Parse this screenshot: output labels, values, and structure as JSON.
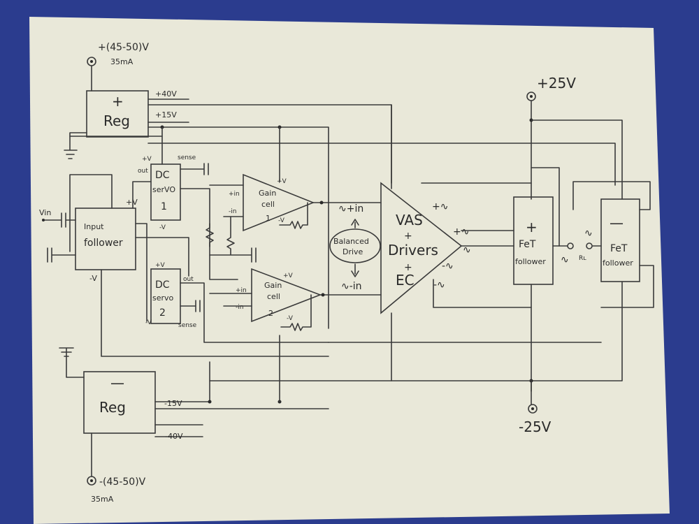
{
  "rails": {
    "top_left_supply": "+(45-50)V",
    "top_left_current": "35mA",
    "bottom_left_supply": "-(45-50)V",
    "bottom_left_current": "35mA",
    "top_right_supply": "+25V",
    "bottom_right_supply": "-25V",
    "plus40": "+40V",
    "plus15": "+15V",
    "minus15": "-15V",
    "minus40": "-40V"
  },
  "blocks": {
    "pos_reg": {
      "sign": "+",
      "label": "Reg"
    },
    "neg_reg": {
      "sign": "—",
      "label": "Reg"
    },
    "input_follower": {
      "line1": "Input",
      "line2": "follower",
      "pos": "+V",
      "neg": "-V"
    },
    "dc_servo_1": {
      "line1": "DC",
      "line2": "serVO",
      "line3": "1",
      "pos": "+V",
      "neg": "-V",
      "out": "out",
      "sense": "sense"
    },
    "dc_servo_2": {
      "line1": "DC",
      "line2": "servo",
      "line3": "2",
      "pos": "+V",
      "neg": "-V",
      "out": "out",
      "sense": "sense"
    },
    "gain_cell_1": {
      "line1": "Gain",
      "line2": "cell",
      "line3": "1",
      "pin_p": "+in",
      "pin_n": "-in",
      "pos": "+V",
      "neg": "-V"
    },
    "gain_cell_2": {
      "line1": "Gain",
      "line2": "cell",
      "line3": "2",
      "pin_p": "+in",
      "pin_n": "-in",
      "pos": "+V",
      "neg": "-V"
    },
    "balanced_drive": {
      "line1": "Balanced",
      "line2": "Drive",
      "plus_in": "∿+in",
      "minus_in": "∿-in"
    },
    "vas": {
      "line1": "VAS",
      "line2": "+",
      "line3": "Drivers",
      "line4": "+",
      "line5": "EC",
      "out_pos": "+∿",
      "out_mid": "∿",
      "out_neg": "-∿",
      "top": "+∿",
      "bottom": "-∿"
    },
    "fet_pos": {
      "sign": "+",
      "line1": "FeT",
      "line2": "follower"
    },
    "fet_neg": {
      "sign": "—",
      "line1": "FeT",
      "line2": "follower"
    }
  },
  "labels": {
    "vin": "Vin",
    "load": "Rʟ",
    "out_pos": "∿",
    "out_neg": "∿"
  }
}
